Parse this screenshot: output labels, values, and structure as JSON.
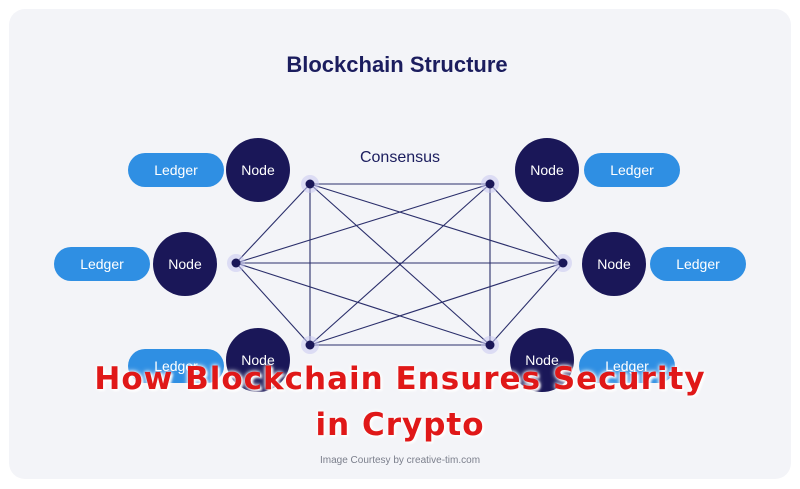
{
  "diagram": {
    "title": "Blockchain Structure",
    "consensus_label": "Consensus",
    "node_label": "Node",
    "ledger_label": "Ledger"
  },
  "overlay": {
    "line1": "How Blockchain Ensures Security",
    "line2": "in Crypto"
  },
  "credit": "Image Courtesy by creative-tim.com",
  "colors": {
    "card_background": "#f3f4f8",
    "title": "#1b1d5e",
    "node_fill": "#1a1758",
    "ledger_fill": "#2f8fe3",
    "edge": "#2b2f6b",
    "overlay_text": "#e01818"
  }
}
